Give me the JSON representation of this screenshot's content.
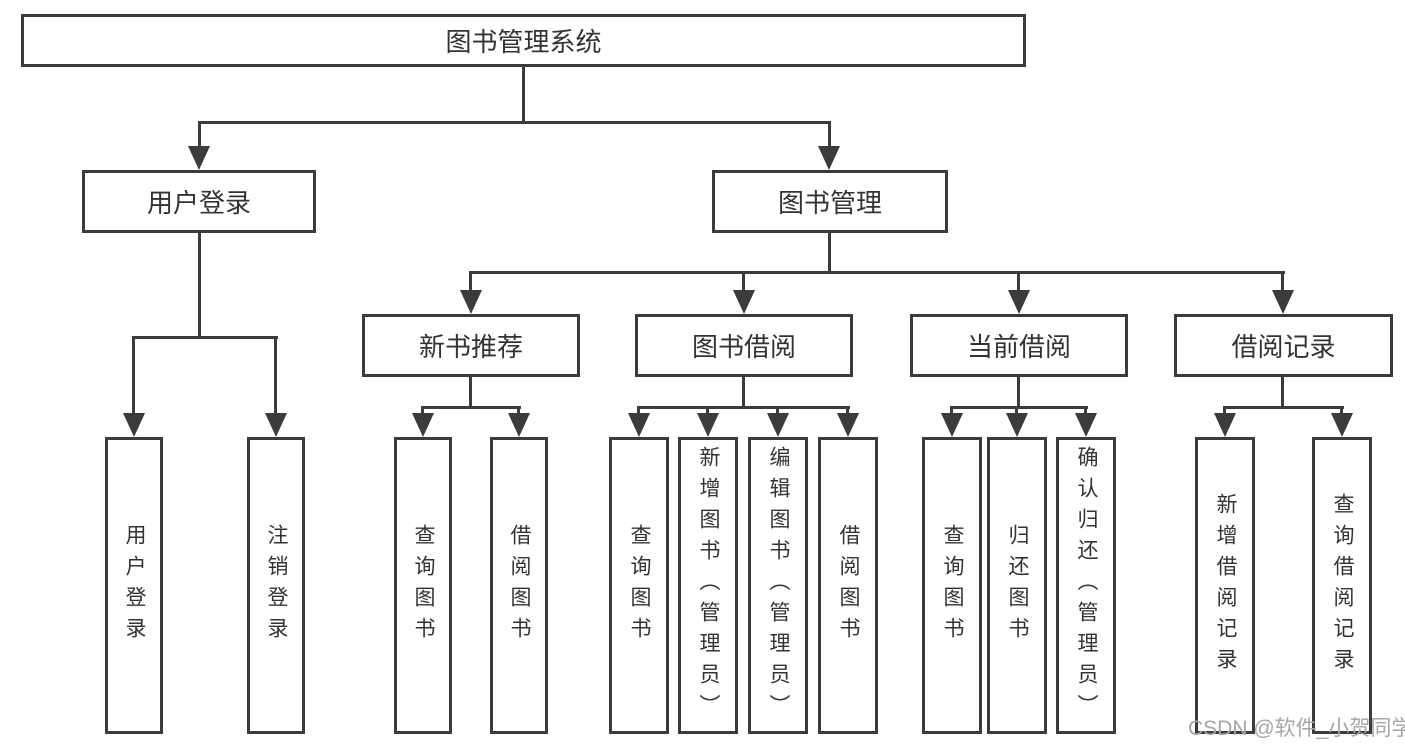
{
  "tree": {
    "label": "图书管理系统",
    "children": [
      {
        "label": "用户登录",
        "children": [
          {
            "label": "用户登录"
          },
          {
            "label": "注销登录"
          }
        ]
      },
      {
        "label": "图书管理",
        "children": [
          {
            "label": "新书推荐",
            "children": [
              {
                "label": "查询图书"
              },
              {
                "label": "借阅图书"
              }
            ]
          },
          {
            "label": "图书借阅",
            "children": [
              {
                "label": "查询图书"
              },
              {
                "label": "新增图书（管理员）"
              },
              {
                "label": "编辑图书（管理员）"
              },
              {
                "label": "借阅图书"
              }
            ]
          },
          {
            "label": "当前借阅",
            "children": [
              {
                "label": "查询图书"
              },
              {
                "label": "归还图书"
              },
              {
                "label": "确认归还（管理员）"
              }
            ]
          },
          {
            "label": "借阅记录",
            "children": [
              {
                "label": "新增借阅记录"
              },
              {
                "label": "查询借阅记录"
              }
            ]
          }
        ]
      }
    ]
  },
  "watermark": {
    "text": "CSDN @软件_小贺同学"
  },
  "colors": {
    "line": "#3b3b3c",
    "box_border": "#3b3b3c",
    "text": "#333333",
    "watermark": "#a6a6a6",
    "background": "#ffffff"
  }
}
